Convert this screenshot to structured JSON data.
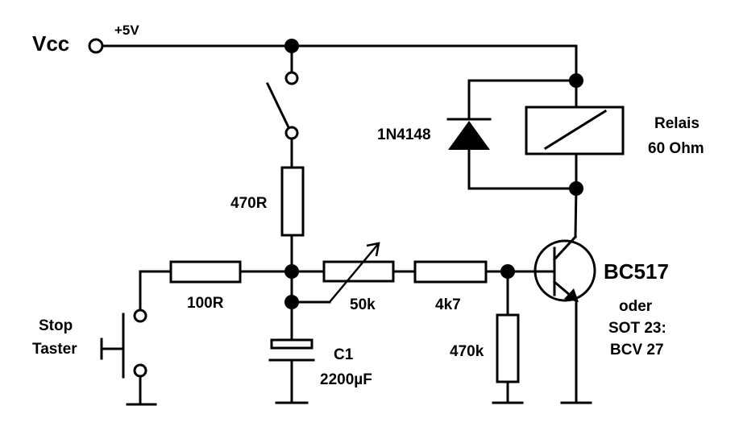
{
  "labels": {
    "vcc": "Vcc",
    "supply": "+5V",
    "r_series": "470R",
    "r_in": "100R",
    "pot": "50k",
    "r_base": "4k7",
    "r_pulldown": "470k",
    "cap_name": "C1",
    "cap_value": "2200µF",
    "diode": "1N4148",
    "relay_line1": "Relais",
    "relay_line2": "60 Ohm",
    "transistor": "BC517",
    "alt_line1": "oder",
    "alt_line2": "SOT 23:",
    "alt_line3": "BCV 27",
    "stop_line1": "Stop",
    "stop_line2": "Taster"
  }
}
